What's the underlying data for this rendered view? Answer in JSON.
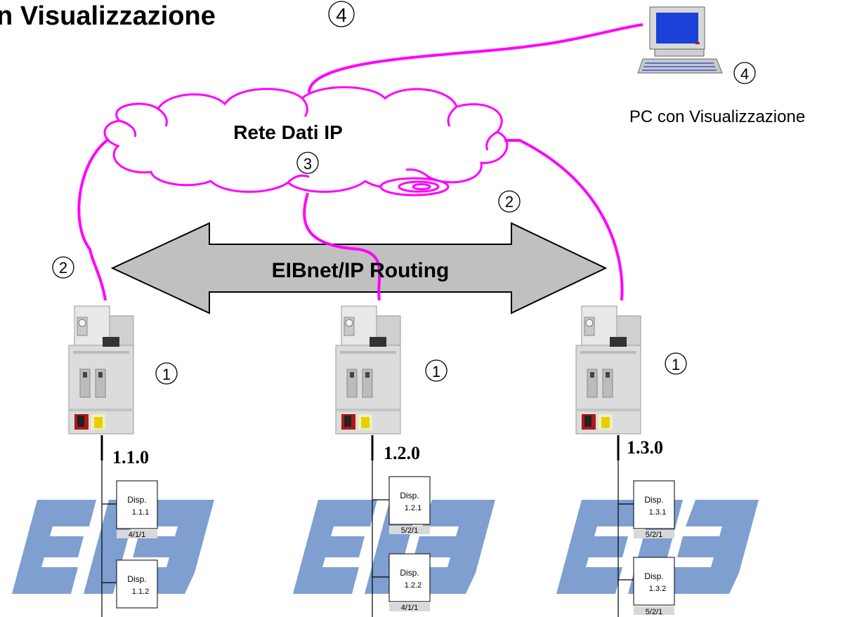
{
  "title": "n Visualizzazione",
  "title_badge": "4",
  "cloud": {
    "label": "Rete Dati IP",
    "badge": "3"
  },
  "pc": {
    "label": "PC con Visualizzazione",
    "badge": "4"
  },
  "routing": {
    "label": "EIBnet/IP Routing"
  },
  "markers": {
    "left": "2",
    "right": "2"
  },
  "colors": {
    "cable": "#ff00ff",
    "arrow": "#c0c0c0",
    "eib_logo": "#7f9fd0"
  },
  "couplers": [
    {
      "badge": "1",
      "address": "1.1.0",
      "devices": [
        {
          "name": "Disp.",
          "addr": "1.1.1",
          "group": "4/1/1"
        },
        {
          "name": "Disp.",
          "addr": "1.1.2",
          "group": ""
        }
      ]
    },
    {
      "badge": "1",
      "address": "1.2.0",
      "devices": [
        {
          "name": "Disp.",
          "addr": "1.2.1",
          "group": "5/2/1"
        },
        {
          "name": "Disp.",
          "addr": "1.2.2",
          "group": "4/1/1"
        }
      ]
    },
    {
      "badge": "1",
      "address": "1.3.0",
      "devices": [
        {
          "name": "Disp.",
          "addr": "1.3.1",
          "group": "5/2/1"
        },
        {
          "name": "Disp.",
          "addr": "1.3.2",
          "group": "5/2/1"
        }
      ]
    }
  ]
}
